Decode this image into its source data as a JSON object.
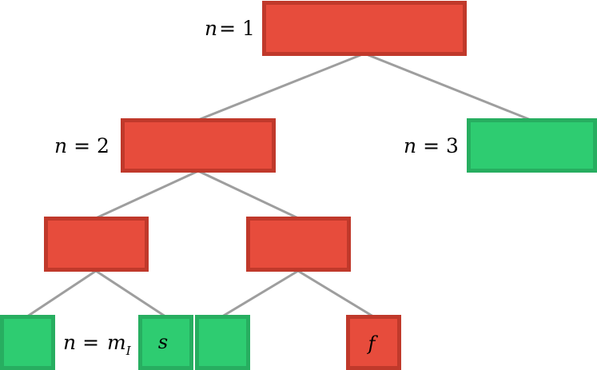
{
  "colors": {
    "red_fill": "#e74c3c",
    "red_border": "#c0392b",
    "green_fill": "#2ecc71",
    "green_border": "#27ae60",
    "edge": "#9e9e9e"
  },
  "labels": {
    "n1": {
      "var": "n",
      "eq": "= 1"
    },
    "n2": {
      "var": "n",
      "eq": "= 2"
    },
    "n3": {
      "var": "n",
      "eq": "= 3"
    },
    "nm": {
      "var": "n",
      "eq": "= ",
      "m": "m",
      "sub": "I"
    }
  },
  "nodes": {
    "leaf_s": {
      "text": "s"
    },
    "leaf_f": {
      "text": "f"
    }
  }
}
